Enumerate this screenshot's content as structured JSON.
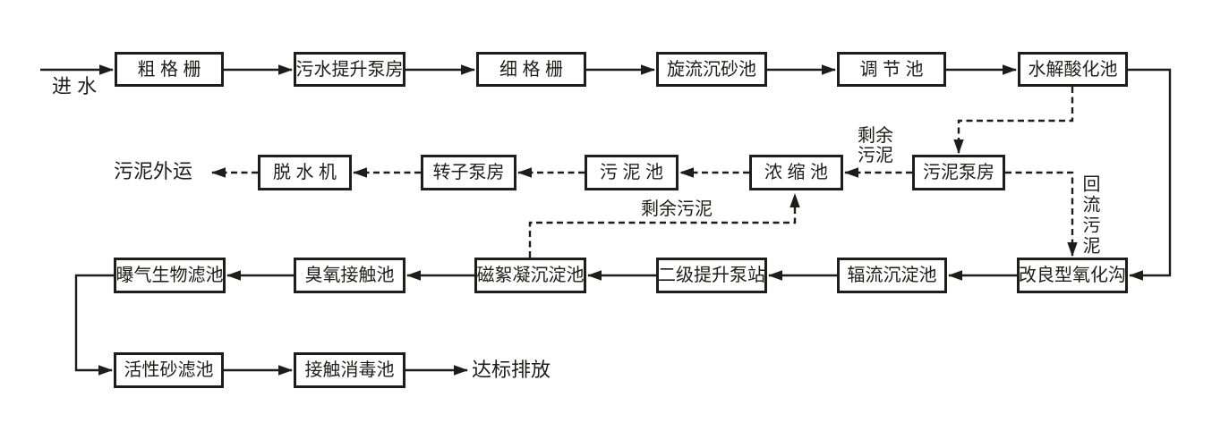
{
  "diagram": {
    "inlet_label": "进 水",
    "sludge_out_label": "污泥外运",
    "outlet_label": "达标排放",
    "edge_labels": {
      "excess_sludge_side": "剩余\n污泥",
      "excess_sludge_bottom": "剩余污泥",
      "return_sludge": "回流污泥"
    },
    "nodes": {
      "coarse_screen": "粗 格 栅",
      "sewage_lift_pump_house": "污水提升泵房",
      "fine_screen": "细 格 栅",
      "vortex_grit_chamber": "旋流沉砂池",
      "equalization_tank": "调 节 池",
      "hydrolysis_acidification_tank": "水解酸化池",
      "dewatering_machine": "脱 水 机",
      "rotor_pump_house": "转子泵房",
      "sludge_tank": "污 泥 池",
      "thickening_tank": "浓 缩 池",
      "sludge_pump_house": "污泥泵房",
      "aerated_biofilter": "曝气生物滤池",
      "ozone_contact_tank": "臭氧接触池",
      "magnetic_flocculation_sedimentation_tank": "磁絮凝沉淀池",
      "secondary_lift_pump_station": "二级提升泵站",
      "radial_flow_sedimentation_tank": "辐流沉淀池",
      "improved_oxidation_ditch": "改良型氧化沟",
      "active_sand_filter": "活性砂滤池",
      "contact_disinfection_tank": "接触消毒池"
    },
    "colors": {
      "line": "#1d1d1b",
      "background": "#ffffff"
    }
  }
}
